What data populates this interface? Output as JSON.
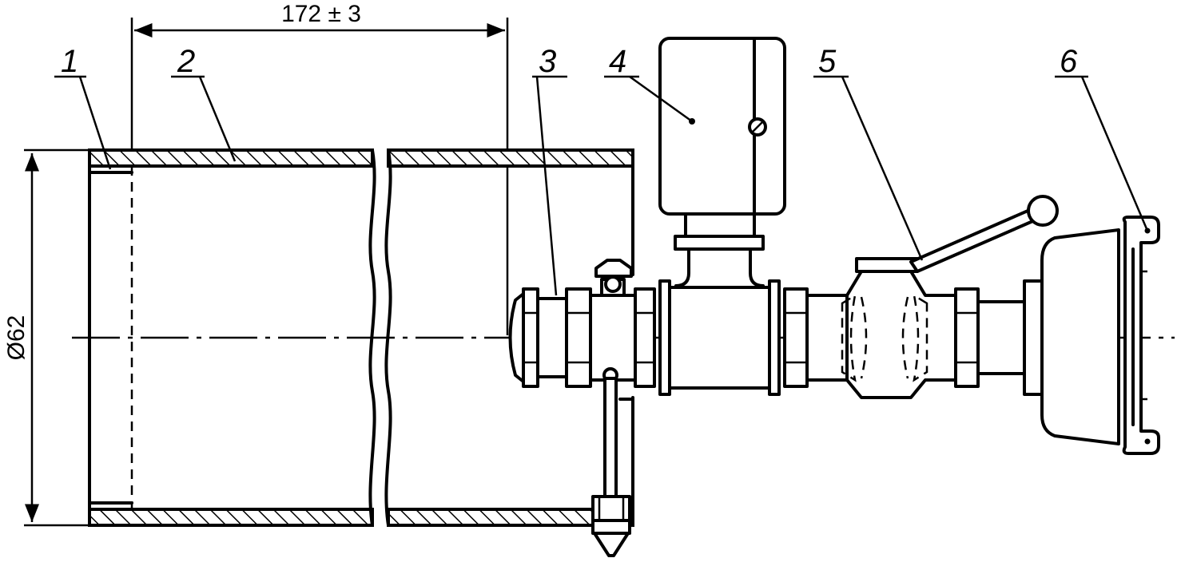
{
  "dimensions": {
    "length": "172 ± 3",
    "diameter": "Ø62"
  },
  "callouts": [
    {
      "label": "1"
    },
    {
      "label": "2"
    },
    {
      "label": "3"
    },
    {
      "label": "4"
    },
    {
      "label": "5"
    },
    {
      "label": "6"
    }
  ]
}
